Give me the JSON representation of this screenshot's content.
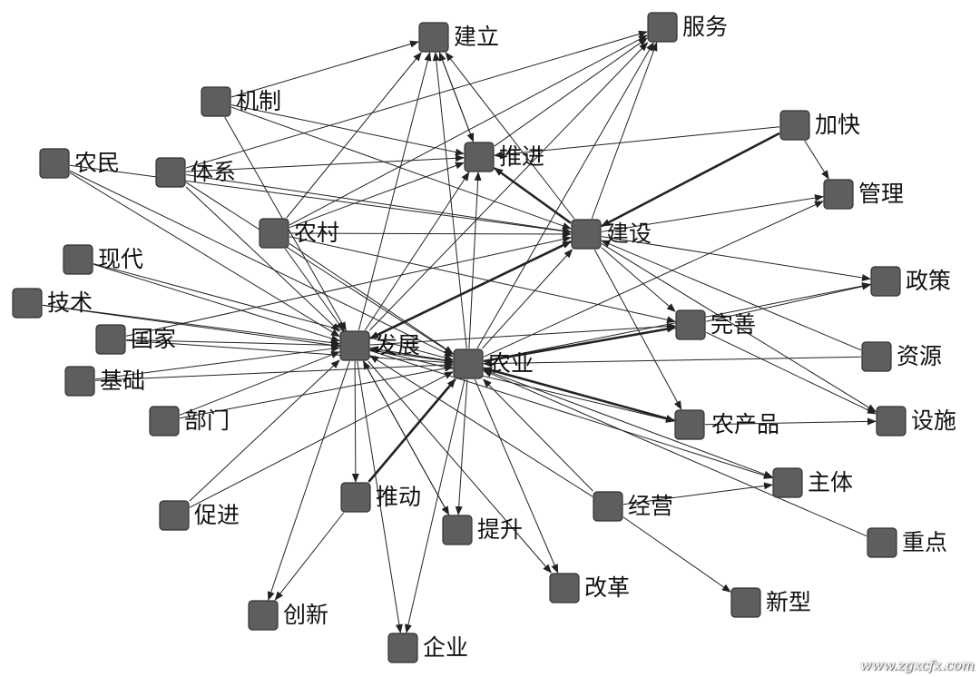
{
  "network": {
    "nodes": [
      {
        "id": "jianli",
        "label": "建立"
      },
      {
        "id": "fuwu",
        "label": "服务"
      },
      {
        "id": "jizhi",
        "label": "机制"
      },
      {
        "id": "tuijin",
        "label": "推进"
      },
      {
        "id": "jiakuai",
        "label": "加快"
      },
      {
        "id": "nongmin",
        "label": "农民"
      },
      {
        "id": "tixi",
        "label": "体系"
      },
      {
        "id": "guanli",
        "label": "管理"
      },
      {
        "id": "nongcun",
        "label": "农村"
      },
      {
        "id": "jianshe",
        "label": "建设"
      },
      {
        "id": "xiandai",
        "label": "现代"
      },
      {
        "id": "jishu",
        "label": "技术"
      },
      {
        "id": "zhengce",
        "label": "政策"
      },
      {
        "id": "wanshan",
        "label": "完善"
      },
      {
        "id": "guojia",
        "label": "国家"
      },
      {
        "id": "fazhan",
        "label": "发展"
      },
      {
        "id": "ziyuan",
        "label": "资源"
      },
      {
        "id": "nongye",
        "label": "农业"
      },
      {
        "id": "jichu",
        "label": "基础"
      },
      {
        "id": "bumen",
        "label": "部门"
      },
      {
        "id": "nongchanpin",
        "label": "农产品"
      },
      {
        "id": "sheshi",
        "label": "设施"
      },
      {
        "id": "zhuti",
        "label": "主体"
      },
      {
        "id": "cujin",
        "label": "促进"
      },
      {
        "id": "tuidong",
        "label": "推动"
      },
      {
        "id": "jingying",
        "label": "经营"
      },
      {
        "id": "tisheng",
        "label": "提升"
      },
      {
        "id": "zhongdian",
        "label": "重点"
      },
      {
        "id": "gaige",
        "label": "改革"
      },
      {
        "id": "chuangxin",
        "label": "创新"
      },
      {
        "id": "xinxing",
        "label": "新型"
      },
      {
        "id": "qiye",
        "label": "企业"
      }
    ],
    "edges": [
      [
        "jizhi",
        "jianli"
      ],
      [
        "nongcun",
        "jianli"
      ],
      [
        "fazhan",
        "jianli"
      ],
      [
        "nongye",
        "jianli"
      ],
      [
        "tuijin",
        "jianli"
      ],
      [
        "jianshe",
        "jianli"
      ],
      [
        "nongcun",
        "fuwu"
      ],
      [
        "tixi",
        "fuwu"
      ],
      [
        "nongye",
        "fuwu"
      ],
      [
        "jianshe",
        "fuwu"
      ],
      [
        "tuijin",
        "fuwu"
      ],
      [
        "fazhan",
        "fuwu"
      ],
      [
        "jizhi",
        "tuijin"
      ],
      [
        "jiakuai",
        "tuijin"
      ],
      [
        "tixi",
        "tuijin"
      ],
      [
        "nongcun",
        "tuijin"
      ],
      [
        "fazhan",
        "tuijin"
      ],
      [
        "nongye",
        "tuijin"
      ],
      [
        "jianshe",
        "tuijin"
      ],
      [
        "jianli",
        "tuijin"
      ],
      [
        "jizhi",
        "jianshe"
      ],
      [
        "jiakuai",
        "jianshe"
      ],
      [
        "nongcun",
        "jianshe"
      ],
      [
        "fazhan",
        "jianshe"
      ],
      [
        "nongye",
        "jianshe"
      ],
      [
        "tixi",
        "jianshe"
      ],
      [
        "nongmin",
        "jianshe"
      ],
      [
        "guojia",
        "jianshe"
      ],
      [
        "nongmin",
        "fazhan"
      ],
      [
        "xiandai",
        "fazhan"
      ],
      [
        "jishu",
        "fazhan"
      ],
      [
        "guojia",
        "fazhan"
      ],
      [
        "jichu",
        "fazhan"
      ],
      [
        "jizhi",
        "fazhan"
      ],
      [
        "tixi",
        "fazhan"
      ],
      [
        "nongcun",
        "fazhan"
      ],
      [
        "bumen",
        "fazhan"
      ],
      [
        "cujin",
        "fazhan"
      ],
      [
        "tisheng",
        "fazhan"
      ],
      [
        "jingying",
        "fazhan"
      ],
      [
        "nongye",
        "fazhan"
      ],
      [
        "jianshe",
        "fazhan"
      ],
      [
        "nongmin",
        "nongye"
      ],
      [
        "xiandai",
        "nongye"
      ],
      [
        "jishu",
        "nongye"
      ],
      [
        "guojia",
        "nongye"
      ],
      [
        "jichu",
        "nongye"
      ],
      [
        "nongcun",
        "nongye"
      ],
      [
        "bumen",
        "nongye"
      ],
      [
        "cujin",
        "nongye"
      ],
      [
        "jingying",
        "nongye"
      ],
      [
        "zhongdian",
        "nongye"
      ],
      [
        "nongchanpin",
        "nongye"
      ],
      [
        "ziyuan",
        "nongye"
      ],
      [
        "fazhan",
        "nongye"
      ],
      [
        "tixi",
        "nongye"
      ],
      [
        "jianshe",
        "wanshan"
      ],
      [
        "nongye",
        "wanshan"
      ],
      [
        "fazhan",
        "wanshan"
      ],
      [
        "nongcun",
        "wanshan"
      ],
      [
        "wanshan",
        "zhengce"
      ],
      [
        "jianshe",
        "zhengce"
      ],
      [
        "nongye",
        "zhengce"
      ],
      [
        "jianshe",
        "guanli"
      ],
      [
        "nongye",
        "guanli"
      ],
      [
        "jiakuai",
        "guanli"
      ],
      [
        "jianshe",
        "nongchanpin"
      ],
      [
        "nongye",
        "nongchanpin"
      ],
      [
        "fazhan",
        "nongchanpin"
      ],
      [
        "wanshan",
        "sheshi"
      ],
      [
        "ziyuan",
        "jianshe"
      ],
      [
        "jianshe",
        "sheshi"
      ],
      [
        "nongchanpin",
        "sheshi"
      ],
      [
        "nongye",
        "zhuti"
      ],
      [
        "jingying",
        "zhuti"
      ],
      [
        "fazhan",
        "zhuti"
      ],
      [
        "fazhan",
        "tuidong"
      ],
      [
        "tuidong",
        "nongye"
      ],
      [
        "tuidong",
        "chuangxin"
      ],
      [
        "fazhan",
        "chuangxin"
      ],
      [
        "fazhan",
        "tisheng"
      ],
      [
        "nongye",
        "tisheng"
      ],
      [
        "fazhan",
        "gaige"
      ],
      [
        "nongye",
        "gaige"
      ],
      [
        "jingying",
        "xinxing"
      ],
      [
        "nongye",
        "qiye"
      ],
      [
        "fazhan",
        "qiye"
      ]
    ],
    "heavy_edges": [
      [
        "fazhan",
        "jianshe"
      ],
      [
        "tuidong",
        "nongye"
      ],
      [
        "nongye",
        "wanshan"
      ],
      [
        "jiakuai",
        "jianshe"
      ],
      [
        "nongye",
        "nongchanpin"
      ],
      [
        "jianshe",
        "tuijin"
      ]
    ]
  },
  "watermark": "www.zgxcfx.com"
}
